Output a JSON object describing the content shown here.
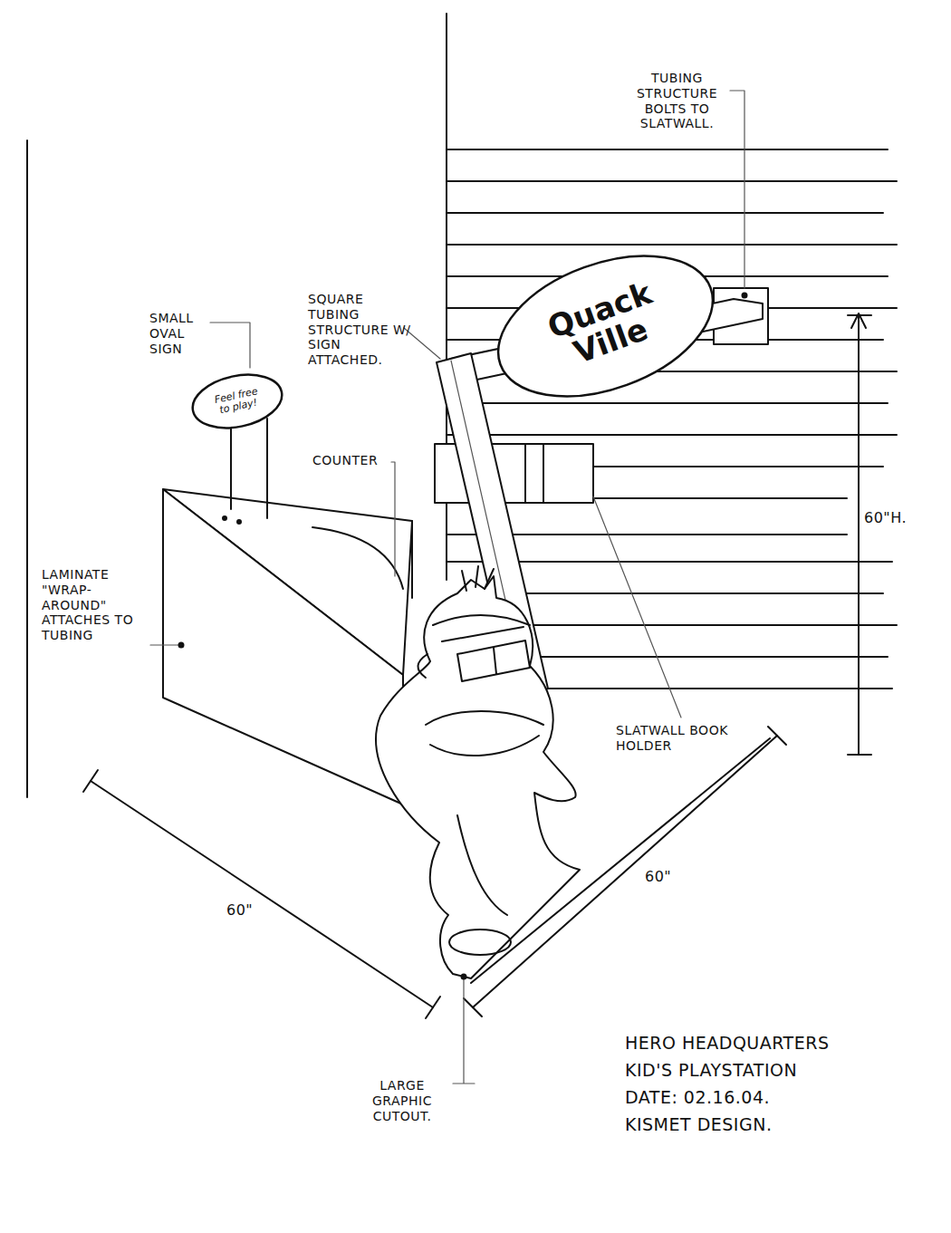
{
  "diagram": {
    "nodes": [
      {
        "text": [
          "Quack Ville"
        ]
      },
      {
        "text": [
          "Feel free to play!"
        ]
      }
    ],
    "labels": [
      "TUBING STRUCTURE BOLTS TO SLATWALL.",
      "SQUARE TUBING STRUCTURE W/ SIGN ATTACHED.",
      "SMALL OVAL SIGN",
      "COUNTER",
      "LAMINATE \"WRAP-AROUND\" ATTACHES TO TUBING",
      "60\"H.",
      "SLATWALL BOOK HOLDER",
      "60\"",
      "60\"",
      "LARGE GRAPHIC CUTOUT.",
      "HERO HEADQUARTERS",
      "KID'S PLAYSTATION",
      "DATE: 02.16.04.",
      "KISMET DESIGN."
    ]
  }
}
